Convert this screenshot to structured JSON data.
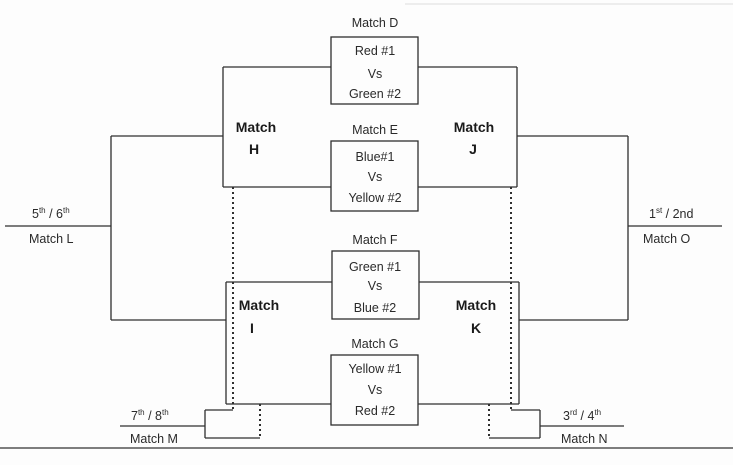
{
  "bracket": {
    "matches": {
      "d": {
        "title": "Match D",
        "team1": "Red #1",
        "vs": "Vs",
        "team2": "Green #2"
      },
      "e": {
        "title": "Match E",
        "team1": "Blue#1",
        "vs": "Vs",
        "team2": "Yellow #2"
      },
      "f": {
        "title": "Match F",
        "team1": "Green #1",
        "vs": "Vs",
        "team2": "Blue #2"
      },
      "g": {
        "title": "Match G",
        "team1": "Yellow #1",
        "vs": "Vs",
        "team2": "Red #2"
      }
    },
    "junctions": {
      "h": {
        "word": "Match",
        "letter": "H"
      },
      "i": {
        "word": "Match",
        "letter": "I"
      },
      "j": {
        "word": "Match",
        "letter": "J"
      },
      "k": {
        "word": "Match",
        "letter": "K"
      }
    },
    "placements": {
      "l": {
        "first_num": "5",
        "first_sfx": "th",
        "sep": " / ",
        "second_num": "6",
        "second_sfx": "th",
        "match": "Match L"
      },
      "o": {
        "first_num": "1",
        "first_sfx": "st",
        "sep": " / ",
        "second_num": "2nd",
        "second_sfx": "",
        "match": "Match O"
      },
      "m": {
        "first_num": "7",
        "first_sfx": "th",
        "sep": " / ",
        "second_num": "8",
        "second_sfx": "th",
        "match": "Match M"
      },
      "n": {
        "first_num": "3",
        "first_sfx": "rd",
        "sep": " / ",
        "second_num": "4",
        "second_sfx": "th",
        "match": "Match N"
      }
    }
  }
}
